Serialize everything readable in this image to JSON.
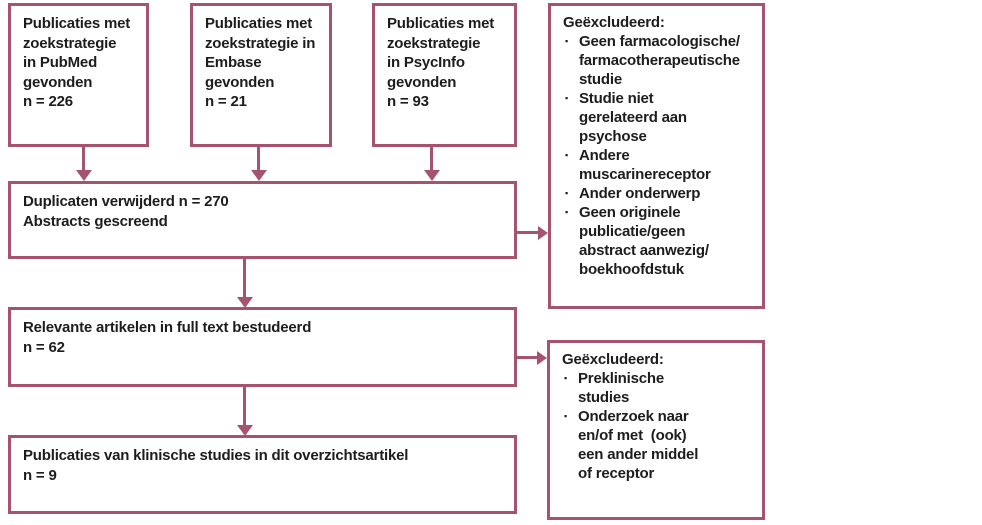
{
  "colors": {
    "border": "#a65370",
    "text": "#1d1d1f",
    "background": "#ffffff"
  },
  "flow": {
    "bullet_glyph": "▪",
    "top_boxes": [
      {
        "id": "pubmed",
        "text": "Publicaties met\nzoekstrategie\nin PubMed\ngevonden\nn = 226"
      },
      {
        "id": "embase",
        "text": "Publicaties met\nzoekstrategie in\nEmbase\ngevonden\nn = 21"
      },
      {
        "id": "psycinfo",
        "text": "Publicaties met\nzoekstrategie\nin PsycInfo\ngevonden\nn = 93"
      }
    ],
    "process_boxes": [
      {
        "id": "duplicates",
        "text": "Duplicaten verwijderd n = 270\nAbstracts gescreend"
      },
      {
        "id": "fulltext",
        "text": "Relevante artikelen in full text bestudeerd\nn = 62"
      },
      {
        "id": "included",
        "text": "Publicaties van klinische studies in dit overzichtsartikel\nn = 9"
      }
    ],
    "exclusion_boxes": [
      {
        "title": "Geëxcludeerd:",
        "bullets": [
          "Geen farmacologische/\nfarmacotherapeutische\nstudie",
          "Studie niet\ngerelateerd aan\npsychose",
          "Andere\nmuscarinereceptor",
          "Ander onderwerp",
          "Geen originele\npublicatie/geen\nabstract aanwezig/\nboekhoofdstuk"
        ]
      },
      {
        "title": "Geëxcludeerd:",
        "bullets": [
          "Preklinische\nstudies",
          "Onderzoek naar\nen/of met  (ook)\neen ander middel\nof receptor"
        ]
      }
    ]
  }
}
